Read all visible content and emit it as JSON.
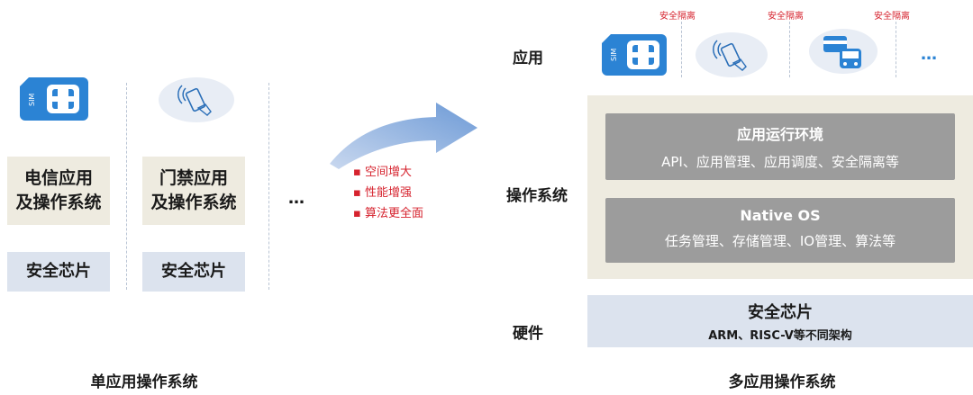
{
  "left": {
    "col1": {
      "app_line1": "电信应用",
      "app_line2": "及操作系统",
      "chip": "安全芯片",
      "icon": "sim-card-icon",
      "sim_label": "SIM"
    },
    "col2": {
      "app_line1": "门禁应用",
      "app_line2": "及操作系统",
      "chip": "安全芯片",
      "icon": "nfc-card-tap-icon"
    },
    "ellipsis": "…",
    "caption": "单应用操作系统"
  },
  "arrow": {
    "bullets": [
      "空间增大",
      "性能增强",
      "算法更全面"
    ],
    "bullet_color": "#d6232e"
  },
  "right": {
    "row_labels": {
      "app": "应用",
      "os": "操作系统",
      "hw": "硬件"
    },
    "isolation": [
      "安全隔离",
      "安全隔离",
      "安全隔离"
    ],
    "app_icons": [
      "sim-card-icon",
      "nfc-card-tap-icon",
      "card-bus-icon"
    ],
    "sim_label": "SIM",
    "more": "…",
    "runtime": {
      "title": "应用运行环境",
      "desc": "API、应用管理、应用调度、安全隔离等"
    },
    "native": {
      "title": "Native OS",
      "desc": "任务管理、存储管理、IO管理、算法等"
    },
    "chip": {
      "title": "安全芯片",
      "desc": "ARM、RISC-V等不同架构"
    },
    "caption": "多应用操作系统"
  },
  "colors": {
    "beige": "#eeebe0",
    "light_blue": "#dce3ee",
    "gray": "#9c9c9c",
    "icon_blue": "#2b83d4",
    "arrow_blue": "#7fa6d9"
  }
}
